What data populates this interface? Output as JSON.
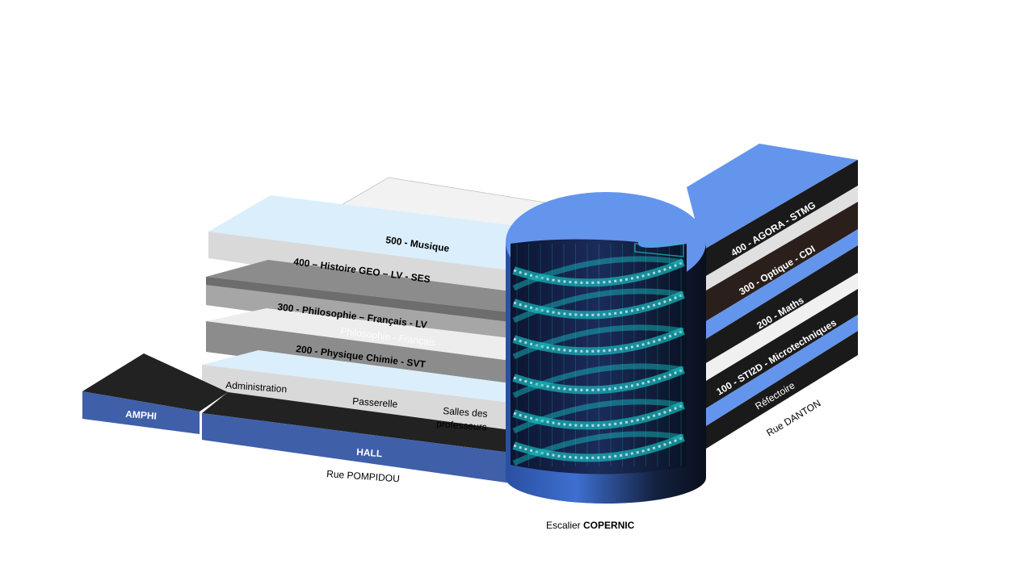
{
  "left_wing": {
    "floors": [
      {
        "label": "500 - Musique"
      },
      {
        "label": "400 – Histoire GEO – LV - SES"
      },
      {
        "label": "300 - Philosophie – Français - LV"
      },
      {
        "label": "Philosophie - Français"
      },
      {
        "label": "200 - Physique Chimie - SVT"
      }
    ],
    "ground": {
      "administration": "Administration",
      "passerelle": "Passerelle",
      "salles_line1": "Salles des",
      "salles_line2": "professeurs",
      "hall": "HALL",
      "amphi": "AMPHI"
    },
    "street": "Rue POMPIDOU"
  },
  "right_wing": {
    "floors": [
      {
        "label": "400 - AGORA - STMG"
      },
      {
        "label": "300 - Optique - CDI"
      },
      {
        "label": "200 - Maths"
      },
      {
        "label": "100 - STI2D - Microtechniques"
      },
      {
        "label": "Réfectoire"
      }
    ],
    "street": "Rue DANTON"
  },
  "stairs": {
    "prefix": "Escalier ",
    "name": "COPERNIC"
  },
  "colors": {
    "blue": "#6495ED",
    "dark_blue": "#3F5FA8",
    "black": "#1f1f1f",
    "grey_dark": "#6e6e6e",
    "grey_mid": "#a5a5a5",
    "grey_light": "#e0e0e0",
    "light_blue": "#dbeefb",
    "cyan": "#19c6c8"
  }
}
